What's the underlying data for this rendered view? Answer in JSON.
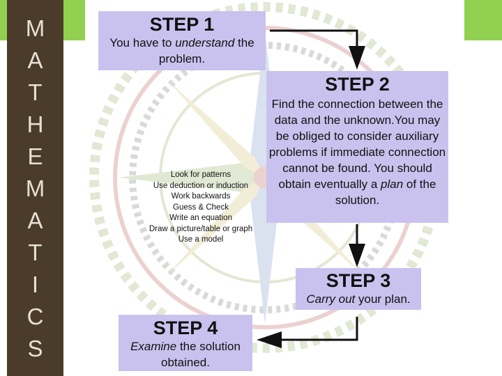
{
  "sidebar": {
    "letters": [
      "M",
      "A",
      "T",
      "H",
      "E",
      "M",
      "A",
      "T",
      "I",
      "C",
      "S"
    ],
    "color": "#4a3b2a",
    "accent": "#92d050"
  },
  "step1": {
    "title": "STEP 1",
    "line1_a": "You have to ",
    "line1_em": "understand",
    "line1_b": " the",
    "line2": "problem."
  },
  "step2": {
    "title": "STEP 2",
    "text_a": "Find the connection between the data and the unknown.You may be obliged to consider auxiliary problems if immediate connection cannot be found. You should obtain eventually a ",
    "text_em": "plan",
    "text_b": " of the solution."
  },
  "step3": {
    "title": "STEP 3",
    "text_em": "Carry out",
    "text_b": " your plan."
  },
  "step4": {
    "title": "STEP 4",
    "text_em": "Examine",
    "text_b": " the solution obtained."
  },
  "strategies": [
    "Look for patterns",
    "Use deduction or induction",
    "Work backwards",
    "Guess & Check",
    "Write an equation",
    "Draw a picture/table or graph",
    "Use a model"
  ],
  "colors": {
    "box_fill": "#c9c2ee",
    "arrow": "#111111"
  }
}
